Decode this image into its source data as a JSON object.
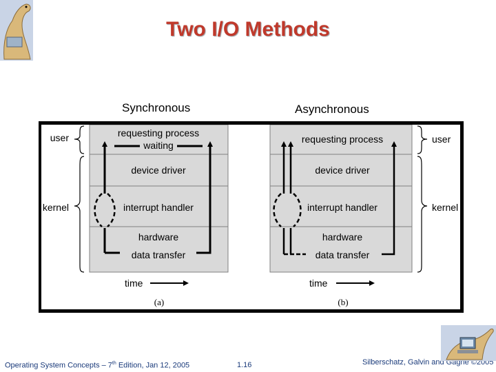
{
  "slide": {
    "title": "Two I/O Methods",
    "column_left": "Synchronous",
    "column_right": "Asynchronous"
  },
  "diagram": {
    "panel_a": {
      "rows": [
        "requesting process",
        "waiting",
        "device driver",
        "interrupt handler",
        "hardware",
        "data transfer"
      ],
      "label_user": "user",
      "label_kernel": "kernel",
      "time": "time",
      "caption": "(a)"
    },
    "panel_b": {
      "rows": [
        "requesting process",
        "device driver",
        "interrupt handler",
        "hardware",
        "data transfer"
      ],
      "label_user": "user",
      "label_kernel": "kernel",
      "time": "time",
      "caption": "(b)"
    },
    "colors": {
      "panel": "#d9d9d9",
      "frame": "#000000",
      "title": "#c0392b",
      "footer": "#1a3a7a"
    }
  },
  "footer": {
    "left_main": "Operating System Concepts – 7",
    "left_sup": "th",
    "left_tail": " Edition, Jan 12, 2005",
    "page": "1.16",
    "right": "Silberschatz, Galvin and Gagne ©2005"
  },
  "icons": {
    "logo_top": "dinosaur-logo-icon",
    "logo_bottom": "dinosaur-computer-icon"
  }
}
